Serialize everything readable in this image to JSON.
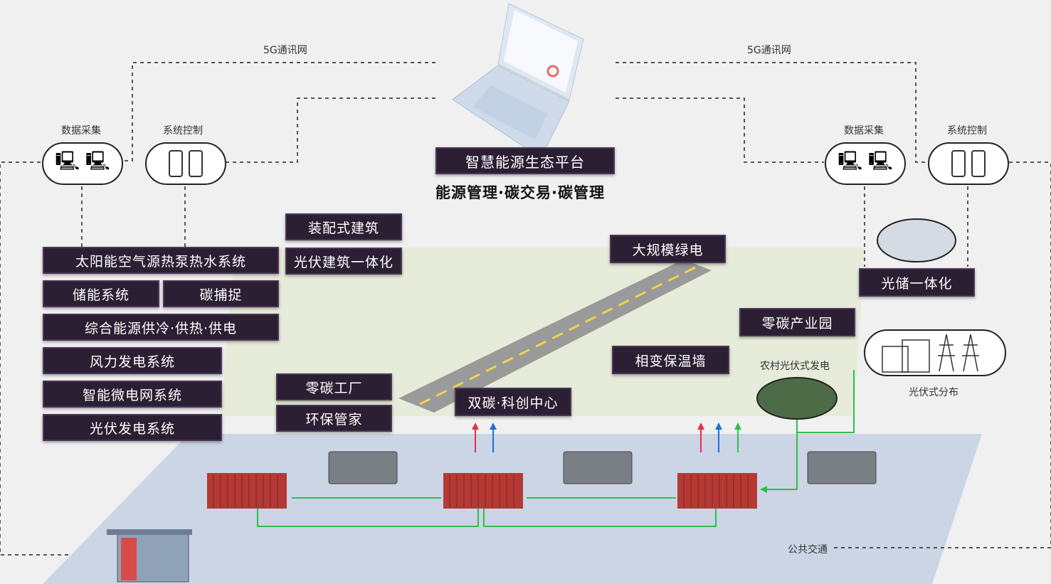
{
  "top_links": {
    "left_network": "5G通讯网",
    "right_network": "5G通讯网"
  },
  "platform": {
    "title": "智慧能源生态平台",
    "subtitle": "能源管理·碳交易·碳管理"
  },
  "nodes": {
    "left_data": "数据采集",
    "left_control": "系统控制",
    "right_data": "数据采集",
    "right_control": "系统控制"
  },
  "labels": {
    "prefab_building": "装配式建筑",
    "pv_building": "光伏建筑一体化",
    "solar_heat_pump": "太阳能空气源热泵热水系统",
    "storage": "储能系统",
    "carbon_capture": "碳捕捉",
    "integrated_energy": "综合能源供冷·供热·供电",
    "wind_power": "风力发电系统",
    "microgrid": "智能微电网系统",
    "pv_power": "光伏发电系统",
    "zero_carbon_factory": "零碳工厂",
    "eco_steward": "环保管家",
    "dual_carbon_center": "双碳·科创中心",
    "large_green_power": "大规模绿电",
    "zero_carbon_park": "零碳产业园",
    "phase_change_wall": "相变保温墙",
    "pv_storage": "光储一体化"
  },
  "captions": {
    "rural_pv": "农村光伏式发电",
    "distributed_pv": "光伏式分布",
    "public_transport": "公共交通"
  },
  "colors": {
    "label_bg": "#2b1f33",
    "floor": "#cbd5e6",
    "container": "#b53a35",
    "pipe": "#2fbf4a",
    "arrow_red": "#e0304a",
    "arrow_blue": "#1e6fd9",
    "arrow_green": "#2fbf4a"
  }
}
